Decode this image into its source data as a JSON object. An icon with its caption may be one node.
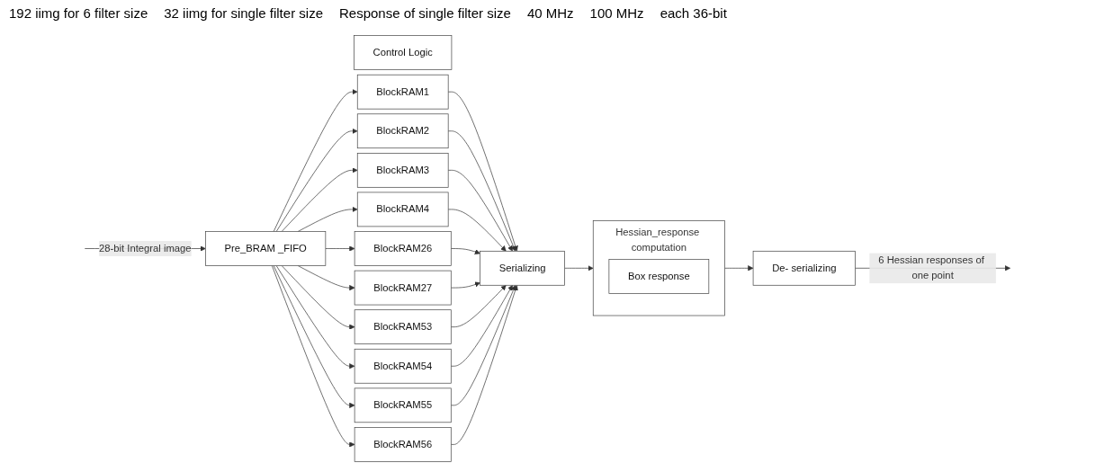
{
  "diagram": {
    "nodes": [
      {
        "text": [
          "Control Logic"
        ]
      },
      {
        "text": [
          "Pre_BRAM _FIFO"
        ]
      },
      {
        "text": [
          "BlockRAM1"
        ]
      },
      {
        "text": [
          "BlockRAM2"
        ]
      },
      {
        "text": [
          "BlockRAM3"
        ]
      },
      {
        "text": [
          "BlockRAM4"
        ]
      },
      {
        "text": [
          "BlockRAM26"
        ]
      },
      {
        "text": [
          "BlockRAM27"
        ]
      },
      {
        "text": [
          "BlockRAM53"
        ]
      },
      {
        "text": [
          "BlockRAM54"
        ]
      },
      {
        "text": [
          "BlockRAM55"
        ]
      },
      {
        "text": [
          "BlockRAM56"
        ]
      },
      {
        "text": [
          "Serializing"
        ]
      },
      {
        "text": [
          "Hessian_response computation"
        ]
      },
      {
        "text": [
          "Box response"
        ],
        "in": 13
      },
      {
        "text": [
          "De- serializing"
        ]
      }
    ],
    "edges": [
      {
        "from": null,
        "to": 1,
        "arrow": "to",
        "label": "28-bit Integral image"
      },
      {
        "from": 1,
        "to": 2,
        "arrow": "to"
      },
      {
        "from": 1,
        "to": 3,
        "arrow": "to"
      },
      {
        "from": 1,
        "to": 4,
        "arrow": "to"
      },
      {
        "from": 1,
        "to": 5,
        "arrow": "to"
      },
      {
        "from": 1,
        "to": 6,
        "arrow": "to"
      },
      {
        "from": 1,
        "to": 7,
        "arrow": "to"
      },
      {
        "from": 1,
        "to": 8,
        "arrow": "to"
      },
      {
        "from": 1,
        "to": 9,
        "arrow": "to"
      },
      {
        "from": 1,
        "to": 10,
        "arrow": "to"
      },
      {
        "from": 1,
        "to": 11,
        "arrow": "to"
      },
      {
        "from": 2,
        "to": 12,
        "arrow": "to"
      },
      {
        "from": 3,
        "to": 12,
        "arrow": "to"
      },
      {
        "from": 4,
        "to": 12,
        "arrow": "to"
      },
      {
        "from": 5,
        "to": 12,
        "arrow": "to"
      },
      {
        "from": 6,
        "to": 12,
        "arrow": "to"
      },
      {
        "from": 7,
        "to": 12,
        "arrow": "to"
      },
      {
        "from": 8,
        "to": 12,
        "arrow": "to"
      },
      {
        "from": 9,
        "to": 12,
        "arrow": "to"
      },
      {
        "from": 10,
        "to": 12,
        "arrow": "to"
      },
      {
        "from": 11,
        "to": 12,
        "arrow": "to"
      },
      {
        "from": 12,
        "to": 13,
        "arrow": "to"
      },
      {
        "from": 13,
        "to": 15,
        "arrow": "to"
      },
      {
        "from": 15,
        "to": null,
        "arrow": "to",
        "label": "6 Hessian responses of one point"
      }
    ],
    "labels": [
      "192 iimg for 6 filter size",
      "32 iimg for single filter size",
      "Response of single filter size",
      "40 MHz",
      "100 MHz",
      "each 36-bit"
    ]
  }
}
